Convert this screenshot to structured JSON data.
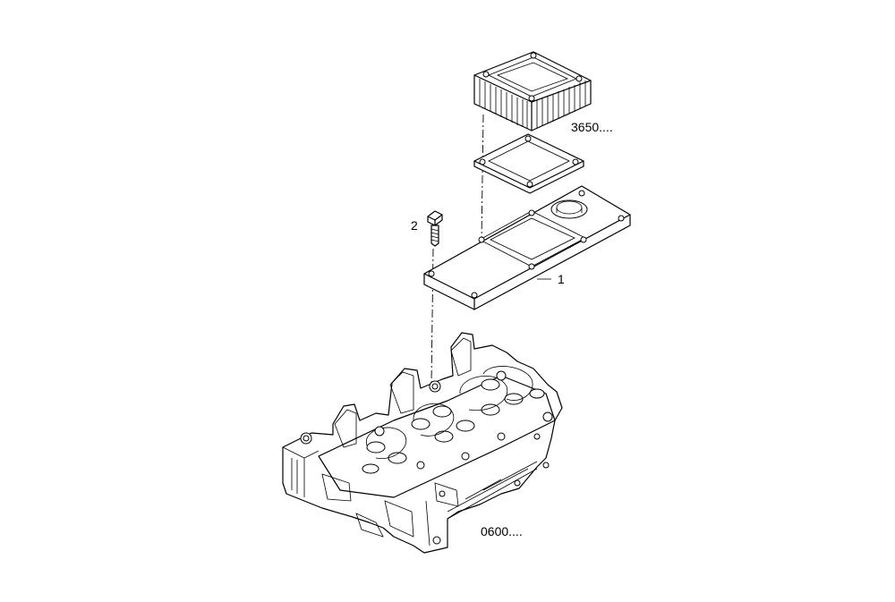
{
  "callouts": {
    "part_1": "1",
    "part_2": "2",
    "group_top": "3650....",
    "group_bottom": "0600...."
  }
}
